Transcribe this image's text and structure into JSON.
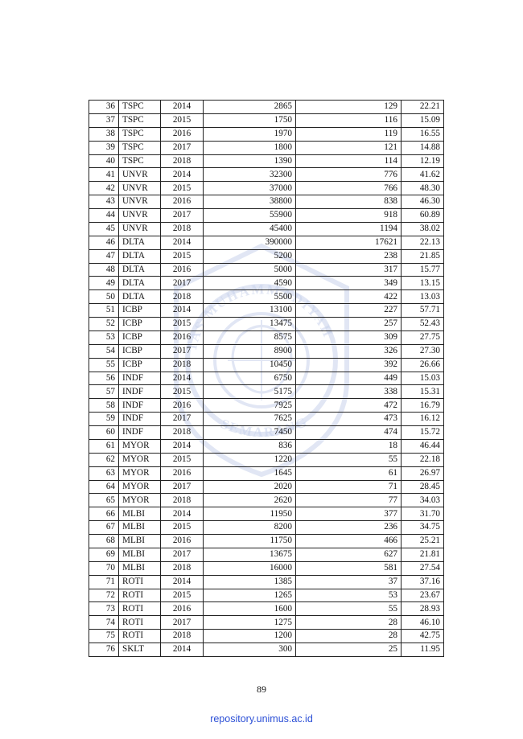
{
  "table": {
    "rows": [
      [
        "36",
        "TSPC",
        "2014",
        "2865",
        "129",
        "22.21"
      ],
      [
        "37",
        "TSPC",
        "2015",
        "1750",
        "116",
        "15.09"
      ],
      [
        "38",
        "TSPC",
        "2016",
        "1970",
        "119",
        "16.55"
      ],
      [
        "39",
        "TSPC",
        "2017",
        "1800",
        "121",
        "14.88"
      ],
      [
        "40",
        "TSPC",
        "2018",
        "1390",
        "114",
        "12.19"
      ],
      [
        "41",
        "UNVR",
        "2014",
        "32300",
        "776",
        "41.62"
      ],
      [
        "42",
        "UNVR",
        "2015",
        "37000",
        "766",
        "48.30"
      ],
      [
        "43",
        "UNVR",
        "2016",
        "38800",
        "838",
        "46.30"
      ],
      [
        "44",
        "UNVR",
        "2017",
        "55900",
        "918",
        "60.89"
      ],
      [
        "45",
        "UNVR",
        "2018",
        "45400",
        "1194",
        "38.02"
      ],
      [
        "46",
        "DLTA",
        "2014",
        "390000",
        "17621",
        "22.13"
      ],
      [
        "47",
        "DLTA",
        "2015",
        "5200",
        "238",
        "21.85"
      ],
      [
        "48",
        "DLTA",
        "2016",
        "5000",
        "317",
        "15.77"
      ],
      [
        "49",
        "DLTA",
        "2017",
        "4590",
        "349",
        "13.15"
      ],
      [
        "50",
        "DLTA",
        "2018",
        "5500",
        "422",
        "13.03"
      ],
      [
        "51",
        "ICBP",
        "2014",
        "13100",
        "227",
        "57.71"
      ],
      [
        "52",
        "ICBP",
        "2015",
        "13475",
        "257",
        "52.43"
      ],
      [
        "53",
        "ICBP",
        "2016",
        "8575",
        "309",
        "27.75"
      ],
      [
        "54",
        "ICBP",
        "2017",
        "8900",
        "326",
        "27.30"
      ],
      [
        "55",
        "ICBP",
        "2018",
        "10450",
        "392",
        "26.66"
      ],
      [
        "56",
        "INDF",
        "2014",
        "6750",
        "449",
        "15.03"
      ],
      [
        "57",
        "INDF",
        "2015",
        "5175",
        "338",
        "15.31"
      ],
      [
        "58",
        "INDF",
        "2016",
        "7925",
        "472",
        "16.79"
      ],
      [
        "59",
        "INDF",
        "2017",
        "7625",
        "473",
        "16.12"
      ],
      [
        "60",
        "INDF",
        "2018",
        "7450",
        "474",
        "15.72"
      ],
      [
        "61",
        "MYOR",
        "2014",
        "836",
        "18",
        "46.44"
      ],
      [
        "62",
        "MYOR",
        "2015",
        "1220",
        "55",
        "22.18"
      ],
      [
        "63",
        "MYOR",
        "2016",
        "1645",
        "61",
        "26.97"
      ],
      [
        "64",
        "MYOR",
        "2017",
        "2020",
        "71",
        "28.45"
      ],
      [
        "65",
        "MYOR",
        "2018",
        "2620",
        "77",
        "34.03"
      ],
      [
        "66",
        "MLBI",
        "2014",
        "11950",
        "377",
        "31.70"
      ],
      [
        "67",
        "MLBI",
        "2015",
        "8200",
        "236",
        "34.75"
      ],
      [
        "68",
        "MLBI",
        "2016",
        "11750",
        "466",
        "25.21"
      ],
      [
        "69",
        "MLBI",
        "2017",
        "13675",
        "627",
        "21.81"
      ],
      [
        "70",
        "MLBI",
        "2018",
        "16000",
        "581",
        "27.54"
      ],
      [
        "71",
        "ROTI",
        "2014",
        "1385",
        "37",
        "37.16"
      ],
      [
        "72",
        "ROTI",
        "2015",
        "1265",
        "53",
        "23.67"
      ],
      [
        "73",
        "ROTI",
        "2016",
        "1600",
        "55",
        "28.93"
      ],
      [
        "74",
        "ROTI",
        "2017",
        "1275",
        "28",
        "46.10"
      ],
      [
        "75",
        "ROTI",
        "2018",
        "1200",
        "28",
        "42.75"
      ],
      [
        "76",
        "SKLT",
        "2014",
        "300",
        "25",
        "11.95"
      ]
    ]
  },
  "watermark": {
    "top_text": "TAS MUHAMMADIYAH",
    "bottom_text": "SEMARANG",
    "color": "#c9d3ec"
  },
  "footer": {
    "page_number": "89",
    "repository_link": "repository.unimus.ac.id",
    "link_color": "#2b4fd6"
  }
}
